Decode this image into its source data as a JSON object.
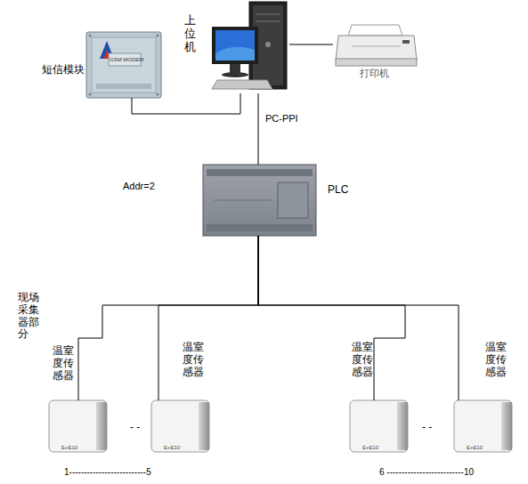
{
  "diagram": {
    "nodes": [
      {
        "text": [
          "短信模块",
          "GSM MODEM"
        ]
      },
      {
        "text": [
          "上位机"
        ]
      },
      {
        "text": [
          "打印机"
        ]
      },
      {
        "text": [
          "PLC"
        ]
      },
      {
        "text": [
          "温室度传感器",
          "E+E10"
        ]
      },
      {
        "text": [
          "温室度传感器",
          "E+E10"
        ]
      },
      {
        "text": [
          "温室度传感器",
          "E+E10"
        ]
      },
      {
        "text": [
          "温室度传感器",
          "E+E10"
        ]
      }
    ],
    "edges": [
      {
        "from": 0,
        "to": 1,
        "arrow": "none"
      },
      {
        "from": 1,
        "to": 2,
        "arrow": "none"
      },
      {
        "from": 1,
        "to": 3,
        "label": "PC-PPI",
        "arrow": "none"
      },
      {
        "from": 3,
        "to": 4,
        "arrow": "none"
      },
      {
        "from": 3,
        "to": 5,
        "arrow": "none"
      },
      {
        "from": 3,
        "to": 6,
        "arrow": "none"
      },
      {
        "from": 3,
        "to": 7,
        "arrow": "none"
      }
    ],
    "labels": [
      "Addr=2",
      "现场采集器部分",
      "- -",
      "- -",
      "1--------------------------5",
      "6 --------------------------10"
    ]
  }
}
